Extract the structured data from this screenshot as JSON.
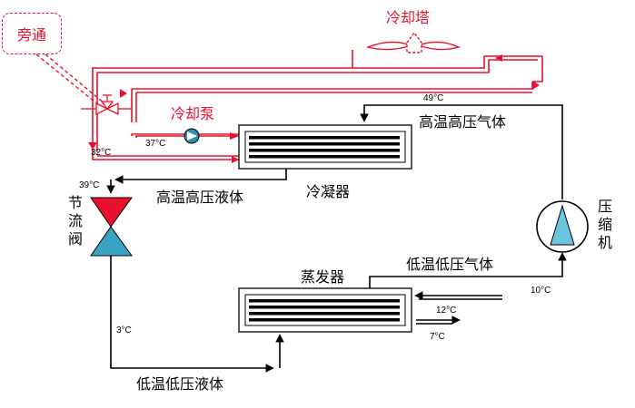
{
  "labels": {
    "bypass": "旁通",
    "cooling_tower": "冷却塔",
    "cooling_pump": "冷却泵",
    "condenser": "冷凝器",
    "evaporator": "蒸发器",
    "expansion_valve": "节流阀",
    "compressor": "压缩机",
    "hot_gas": "高温高压气体",
    "hot_liquid": "高温高压液体",
    "cold_gas": "低温低压气体",
    "cold_liquid": "低温低压液体"
  },
  "temps": {
    "t49": "49°C",
    "t37": "37°C",
    "t32": "32°C",
    "t39": "39°C",
    "t3": "3°C",
    "t10": "10°C",
    "t12": "12°C",
    "t7": "7°C"
  },
  "colors": {
    "water_loop": "#e8102a",
    "refrigerant_line": "#000000",
    "valve_top": "#e8102a",
    "valve_bottom": "#3aa3c4",
    "compressor_fill": "#6cc5dc",
    "pump_fill": "#2a8fb0"
  },
  "icons": {
    "cooling_tower": "fan-icon",
    "cooling_pump": "pump-icon",
    "expansion_valve": "valve-icon",
    "compressor": "compressor-icon",
    "bypass_valve": "three-way-valve-icon"
  }
}
